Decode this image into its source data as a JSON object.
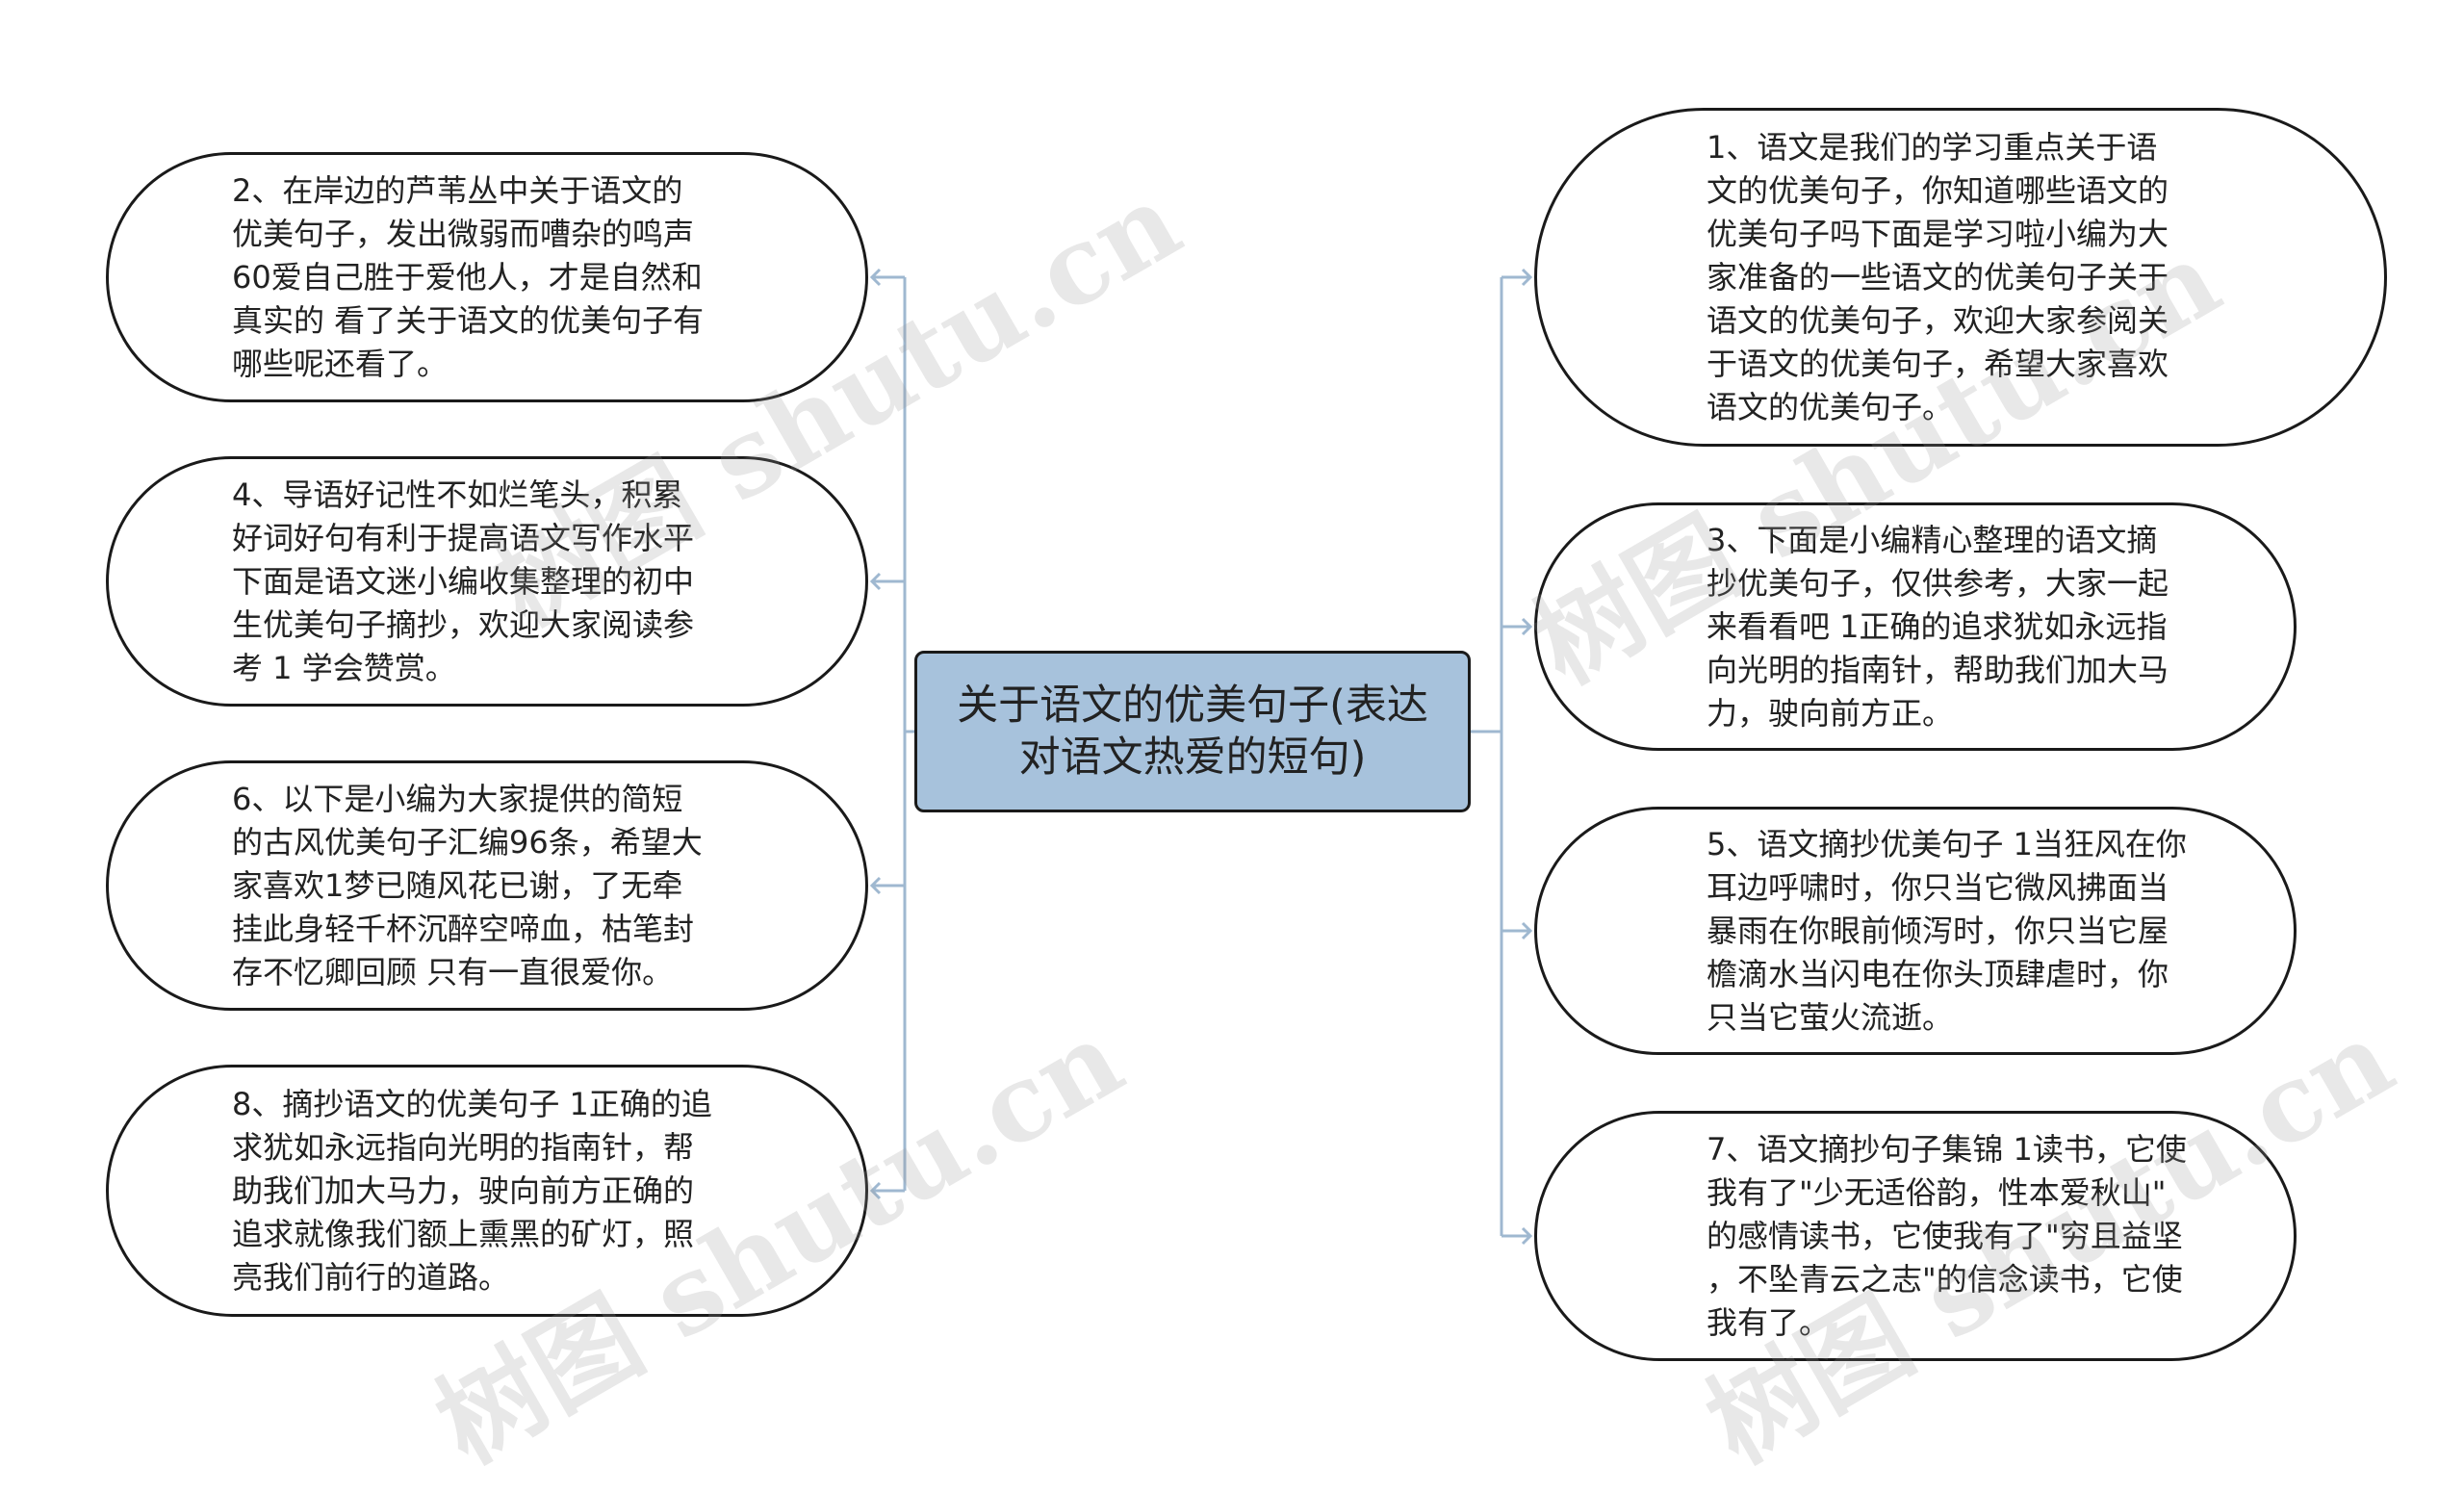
{
  "center": {
    "text": "关于语文的优美句子(表达\n对语文热爱的短句)",
    "fill": "#a7c2dc"
  },
  "left_nodes": [
    {
      "text": "2、在岸边的芦苇丛中关于语文的\n优美句子，发出微弱而嘈杂的鸣声\n60爱自己胜于爱他人，才是自然和\n真实的 看了关于语文的优美句子有\n哪些呢还看了。"
    },
    {
      "text": "4、导语好记性不如烂笔头，积累\n好词好句有利于提高语文写作水平\n下面是语文迷小编收集整理的初中\n生优美句子摘抄，欢迎大家阅读参\n考 1 学会赞赏。"
    },
    {
      "text": "6、以下是小编为大家提供的简短\n的古风优美句子汇编96条，希望大\n家喜欢1梦已随风花已谢，了无牵\n挂此身轻千杯沉醉空啼血，枯笔封\n存不忆卿回顾 只有一直很爱你。"
    },
    {
      "text": "8、摘抄语文的优美句子 1正确的追\n求犹如永远指向光明的指南针，帮\n助我们加大马力，驶向前方正确的\n追求就像我们额上熏黑的矿灯，照\n亮我们前行的道路。"
    }
  ],
  "right_nodes": [
    {
      "text": "1、语文是我们的学习重点关于语\n文的优美句子，你知道哪些语文的\n优美句子吗下面是学习啦小编为大\n家准备的一些语文的优美句子关于\n语文的优美句子，欢迎大家参阅关\n于语文的优美句子，希望大家喜欢\n语文的优美句子。"
    },
    {
      "text": "3、下面是小编精心整理的语文摘\n抄优美句子，仅供参考，大家一起\n来看看吧 1正确的追求犹如永远指\n向光明的指南针，帮助我们加大马\n力，驶向前方正。"
    },
    {
      "text": "5、语文摘抄优美句子 1当狂风在你\n耳边呼啸时，你只当它微风拂面当\n暴雨在你眼前倾泻时，你只当它屋\n檐滴水当闪电在你头顶肆虐时，你\n只当它萤火流逝。"
    },
    {
      "text": "7、语文摘抄句子集锦 1读书，它使\n我有了\"少无适俗韵，性本爱秋山\"\n的感情读书，它使我有了\"穷且益坚\n，不坠青云之志\"的信念读书，它使\n我有了。"
    }
  ],
  "connector_color": "#9fb8d0",
  "watermarks": [
    "树图 shutu.cn",
    "树图 shutu.cn",
    "树图 shutu.cn",
    "树图 shutu.cn"
  ]
}
